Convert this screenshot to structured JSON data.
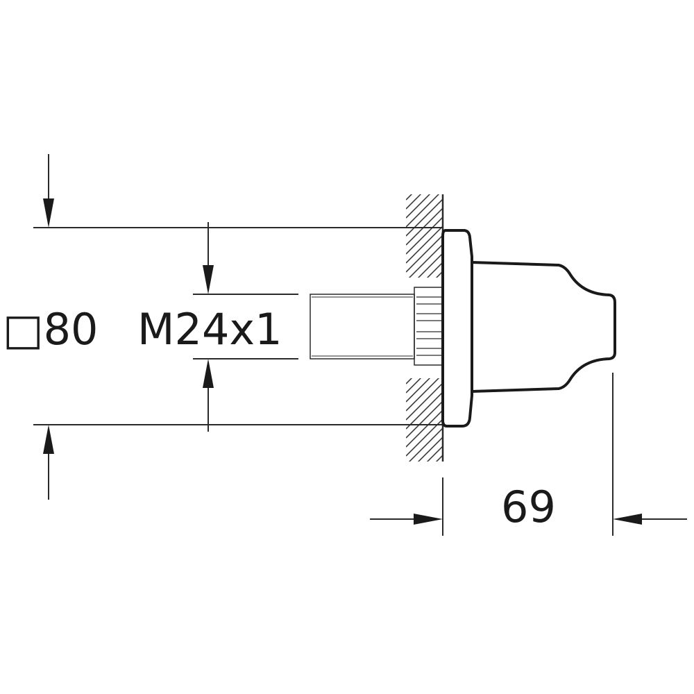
{
  "dimensions": {
    "square_size": "□80",
    "thread": "M24x1",
    "projection": "69"
  },
  "colors": {
    "line": "#1a1a1a",
    "background": "#ffffff"
  }
}
